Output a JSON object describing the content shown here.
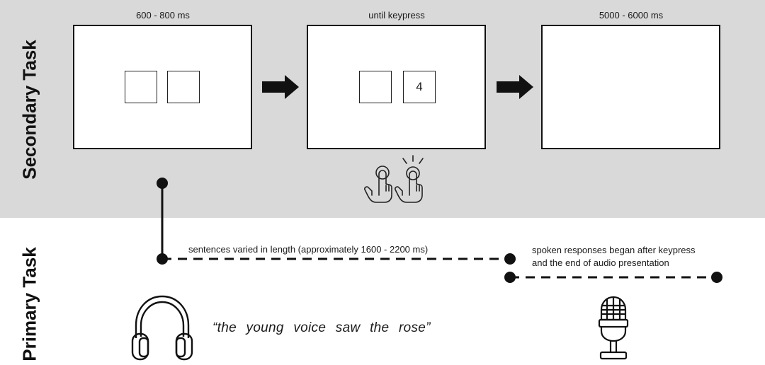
{
  "secondary_task": {
    "label": "Secondary Task",
    "panels": [
      {
        "duration": "600 - 800 ms",
        "left_square": "",
        "right_square": ""
      },
      {
        "duration": "until keypress",
        "left_square": "",
        "right_square": "4"
      },
      {
        "duration": "5000 - 6000 ms"
      }
    ]
  },
  "primary_task": {
    "label": "Primary Task",
    "sentence_timing": "sentences varied in length (approximately 1600 - 2200 ms)",
    "response_note_line1": "spoken responses began after keypress",
    "response_note_line2": "and the end of audio presentation",
    "example_sentence": "“the young voice saw the rose”"
  },
  "icons": [
    "finger-press-icon",
    "finger-tap-icon",
    "headphones-icon",
    "microphone-icon",
    "arrow-right-icon"
  ],
  "colors": {
    "secondary_band": "#d9d9d9",
    "ink": "#111111"
  }
}
